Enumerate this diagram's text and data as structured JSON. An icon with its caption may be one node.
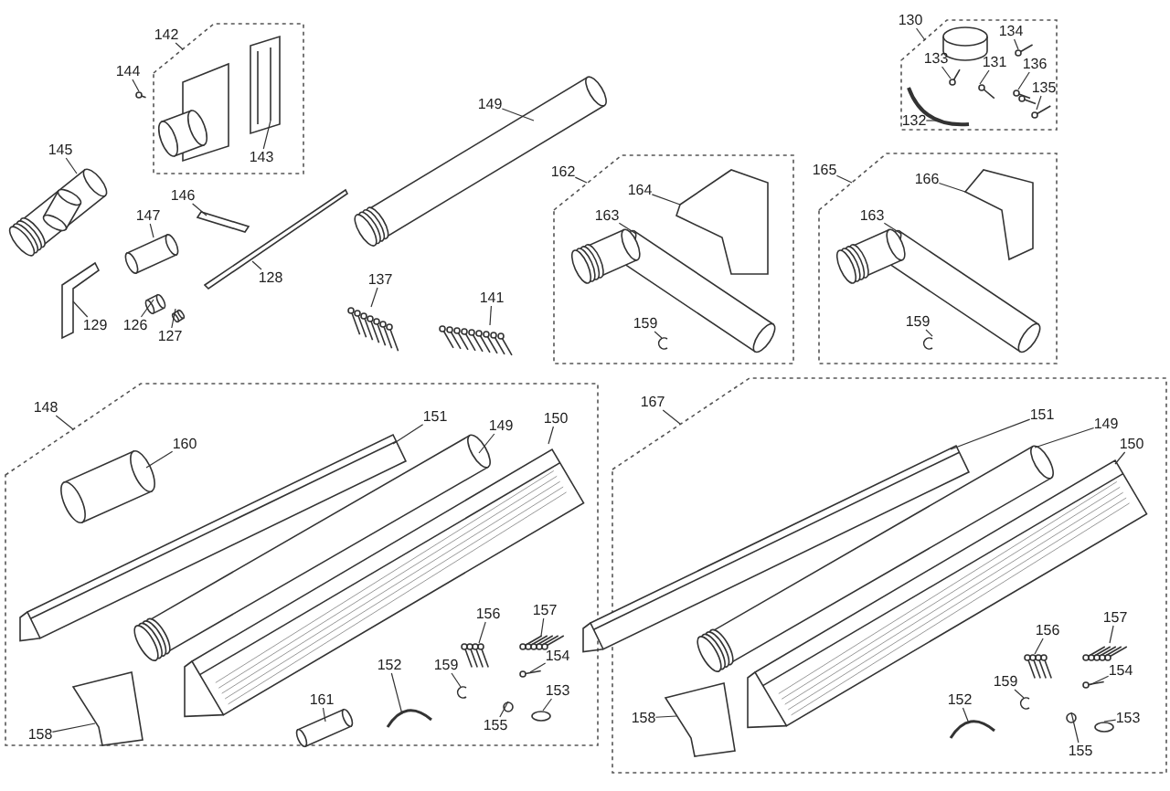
{
  "diagram": {
    "nodes": [
      {
        "text": [
          "142"
        ]
      },
      {
        "text": [],
        "shape": "box"
      },
      {
        "text": [
          "143"
        ],
        "in": 1
      },
      {
        "text": [
          "144"
        ]
      },
      {
        "text": [
          "130"
        ]
      },
      {
        "text": [],
        "shape": "box"
      },
      {
        "text": [
          "134"
        ],
        "in": 5
      },
      {
        "text": [
          "133"
        ],
        "in": 5
      },
      {
        "text": [
          "131"
        ],
        "in": 5
      },
      {
        "text": [
          "136"
        ],
        "in": 5
      },
      {
        "text": [
          "135"
        ],
        "in": 5
      },
      {
        "text": [
          "132"
        ],
        "in": 5
      },
      {
        "text": [
          "149"
        ]
      },
      {
        "text": [
          "145"
        ]
      },
      {
        "text": [
          "162"
        ]
      },
      {
        "text": [],
        "shape": "box"
      },
      {
        "text": [
          "164"
        ],
        "in": 15
      },
      {
        "text": [
          "163"
        ],
        "in": 15
      },
      {
        "text": [
          "159"
        ],
        "in": 15
      },
      {
        "text": [
          "165"
        ]
      },
      {
        "text": [],
        "shape": "box"
      },
      {
        "text": [
          "166"
        ],
        "in": 20
      },
      {
        "text": [
          "163"
        ],
        "in": 20
      },
      {
        "text": [
          "159"
        ],
        "in": 20
      },
      {
        "text": [
          "146"
        ]
      },
      {
        "text": [
          "147"
        ]
      },
      {
        "text": [
          "128"
        ]
      },
      {
        "text": [
          "137"
        ]
      },
      {
        "text": [
          "141"
        ]
      },
      {
        "text": [
          "129"
        ]
      },
      {
        "text": [
          "126"
        ]
      },
      {
        "text": [
          "127"
        ]
      },
      {
        "text": [
          "148"
        ]
      },
      {
        "text": [],
        "shape": "box"
      },
      {
        "text": [
          "160"
        ],
        "in": 33
      },
      {
        "text": [
          "151"
        ],
        "in": 33
      },
      {
        "text": [
          "149"
        ],
        "in": 33
      },
      {
        "text": [
          "150"
        ],
        "in": 33
      },
      {
        "text": [
          "156"
        ],
        "in": 33
      },
      {
        "text": [
          "157"
        ],
        "in": 33
      },
      {
        "text": [
          "152"
        ],
        "in": 33
      },
      {
        "text": [
          "159"
        ],
        "in": 33
      },
      {
        "text": [
          "154"
        ],
        "in": 33
      },
      {
        "text": [
          "153"
        ],
        "in": 33
      },
      {
        "text": [
          "158"
        ],
        "in": 33
      },
      {
        "text": [
          "161"
        ],
        "in": 33
      },
      {
        "text": [
          "155"
        ],
        "in": 33
      },
      {
        "text": [
          "167"
        ]
      },
      {
        "text": [],
        "shape": "box"
      },
      {
        "text": [
          "151"
        ],
        "in": 48
      },
      {
        "text": [
          "149"
        ],
        "in": 48
      },
      {
        "text": [
          "150"
        ],
        "in": 48
      },
      {
        "text": [
          "156"
        ],
        "in": 48
      },
      {
        "text": [
          "157"
        ],
        "in": 48
      },
      {
        "text": [
          "159"
        ],
        "in": 48
      },
      {
        "text": [
          "154"
        ],
        "in": 48
      },
      {
        "text": [
          "152"
        ],
        "in": 48
      },
      {
        "text": [
          "153"
        ],
        "in": 48
      },
      {
        "text": [
          "158"
        ],
        "in": 48
      },
      {
        "text": [
          "155"
        ],
        "in": 48
      },
      {
        "text": [],
        "shape": "picture"
      },
      {
        "text": [],
        "shape": "picture"
      },
      {
        "text": [],
        "shape": "bar"
      },
      {
        "text": [],
        "shape": "picture"
      },
      {
        "text": [],
        "shape": "picture"
      },
      {
        "text": [],
        "shape": "picture"
      },
      {
        "text": [],
        "shape": "picture"
      },
      {
        "text": [],
        "shape": "picture"
      },
      {
        "text": [],
        "shape": "picture"
      },
      {
        "text": [],
        "shape": "picture"
      },
      {
        "text": [],
        "shape": "circle"
      },
      {
        "text": [],
        "shape": "picture",
        "in": 1
      },
      {
        "text": [],
        "shape": "picture",
        "in": 5
      },
      {
        "text": [],
        "shape": "picture",
        "in": 5
      },
      {
        "text": [],
        "shape": "picture",
        "in": 5
      },
      {
        "text": [],
        "shape": "picture",
        "in": 5
      },
      {
        "text": [],
        "shape": "picture",
        "in": 5
      },
      {
        "text": [],
        "shape": "picture",
        "in": 5
      },
      {
        "text": [],
        "shape": "picture",
        "in": 15
      },
      {
        "text": [],
        "shape": "picture",
        "in": 15
      },
      {
        "text": [],
        "shape": "picture",
        "in": 15
      },
      {
        "text": [],
        "shape": "picture",
        "in": 20
      },
      {
        "text": [],
        "shape": "picture",
        "in": 20
      },
      {
        "text": [],
        "shape": "picture",
        "in": 20
      },
      {
        "text": [],
        "shape": "picture",
        "in": 33
      },
      {
        "text": [],
        "shape": "picture",
        "in": 33
      },
      {
        "text": [],
        "shape": "picture",
        "in": 33
      },
      {
        "text": [],
        "shape": "picture",
        "in": 33
      },
      {
        "text": [],
        "shape": "picture",
        "in": 33
      },
      {
        "text": [],
        "shape": "picture",
        "in": 33
      },
      {
        "text": [],
        "shape": "picture",
        "in": 33
      },
      {
        "text": [],
        "shape": "picture",
        "in": 33
      },
      {
        "text": [],
        "shape": "picture",
        "in": 33
      },
      {
        "text": [],
        "shape": "circle",
        "in": 33
      },
      {
        "text": [],
        "shape": "picture",
        "in": 33
      },
      {
        "text": [],
        "shape": "picture",
        "in": 33
      },
      {
        "text": [],
        "shape": "circle",
        "in": 33
      },
      {
        "text": [],
        "shape": "picture",
        "in": 48
      },
      {
        "text": [],
        "shape": "picture",
        "in": 48
      },
      {
        "text": [],
        "shape": "picture",
        "in": 48
      },
      {
        "text": [],
        "shape": "picture",
        "in": 48
      },
      {
        "text": [],
        "shape": "picture",
        "in": 48
      },
      {
        "text": [],
        "shape": "picture",
        "in": 48
      },
      {
        "text": [],
        "shape": "picture",
        "in": 48
      },
      {
        "text": [],
        "shape": "picture",
        "in": 48
      },
      {
        "text": [],
        "shape": "circle",
        "in": 48
      },
      {
        "text": [],
        "shape": "picture",
        "in": 48
      },
      {
        "text": [],
        "shape": "circle",
        "in": 48
      }
    ],
    "edges": [
      {
        "from": 0,
        "to": 1,
        "arrow": "none"
      },
      {
        "from": 2,
        "to": 71,
        "arrow": "none"
      },
      {
        "from": 3,
        "to": 70,
        "arrow": "none"
      },
      {
        "from": 4,
        "to": 5,
        "arrow": "none"
      },
      {
        "from": 6,
        "to": 72,
        "arrow": "none"
      },
      {
        "from": 7,
        "to": 73,
        "arrow": "none"
      },
      {
        "from": 8,
        "to": 74,
        "arrow": "none"
      },
      {
        "from": 9,
        "to": 75,
        "arrow": "none"
      },
      {
        "from": 10,
        "to": 76,
        "arrow": "none"
      },
      {
        "from": 11,
        "to": 77,
        "arrow": "none"
      },
      {
        "from": 12,
        "to": 61,
        "arrow": "none"
      },
      {
        "from": 13,
        "to": 60,
        "arrow": "none"
      },
      {
        "from": 14,
        "to": 15,
        "arrow": "none"
      },
      {
        "from": 16,
        "to": 78,
        "arrow": "none"
      },
      {
        "from": 17,
        "to": 79,
        "arrow": "none"
      },
      {
        "from": 18,
        "to": 80,
        "arrow": "none"
      },
      {
        "from": 19,
        "to": 20,
        "arrow": "none"
      },
      {
        "from": 21,
        "to": 81,
        "arrow": "none"
      },
      {
        "from": 22,
        "to": 82,
        "arrow": "none"
      },
      {
        "from": 23,
        "to": 83,
        "arrow": "none"
      },
      {
        "from": 24,
        "to": 62,
        "arrow": "none"
      },
      {
        "from": 25,
        "to": 63,
        "arrow": "none"
      },
      {
        "from": 26,
        "to": 64,
        "arrow": "none"
      },
      {
        "from": 27,
        "to": 68,
        "arrow": "none"
      },
      {
        "from": 28,
        "to": 69,
        "arrow": "none"
      },
      {
        "from": 29,
        "to": 65,
        "arrow": "none"
      },
      {
        "from": 30,
        "to": 66,
        "arrow": "none"
      },
      {
        "from": 31,
        "to": 67,
        "arrow": "none"
      },
      {
        "from": 32,
        "to": 33,
        "arrow": "none"
      },
      {
        "from": 34,
        "to": 84,
        "arrow": "none"
      },
      {
        "from": 35,
        "to": 85,
        "arrow": "none"
      },
      {
        "from": 36,
        "to": 86,
        "arrow": "none"
      },
      {
        "from": 37,
        "to": 87,
        "arrow": "none"
      },
      {
        "from": 38,
        "to": 88,
        "arrow": "none"
      },
      {
        "from": 39,
        "to": 89,
        "arrow": "none"
      },
      {
        "from": 40,
        "to": 90,
        "arrow": "none"
      },
      {
        "from": 41,
        "to": 91,
        "arrow": "none"
      },
      {
        "from": 42,
        "to": 92,
        "arrow": "none"
      },
      {
        "from": 43,
        "to": 93,
        "arrow": "none"
      },
      {
        "from": 44,
        "to": 94,
        "arrow": "none"
      },
      {
        "from": 45,
        "to": 95,
        "arrow": "none"
      },
      {
        "from": 46,
        "to": 96,
        "arrow": "none"
      },
      {
        "from": 47,
        "to": 48,
        "arrow": "none"
      },
      {
        "from": 49,
        "to": 97,
        "arrow": "none"
      },
      {
        "from": 50,
        "to": 98,
        "arrow": "none"
      },
      {
        "from": 51,
        "to": 99,
        "arrow": "none"
      },
      {
        "from": 52,
        "to": 100,
        "arrow": "none"
      },
      {
        "from": 53,
        "to": 101,
        "arrow": "none"
      },
      {
        "from": 54,
        "to": 102,
        "arrow": "none"
      },
      {
        "from": 55,
        "to": 103,
        "arrow": "none"
      },
      {
        "from": 56,
        "to": 104,
        "arrow": "none"
      },
      {
        "from": 57,
        "to": 105,
        "arrow": "none"
      },
      {
        "from": 58,
        "to": 106,
        "arrow": "none"
      },
      {
        "from": 59,
        "to": 107,
        "arrow": "none"
      }
    ]
  }
}
